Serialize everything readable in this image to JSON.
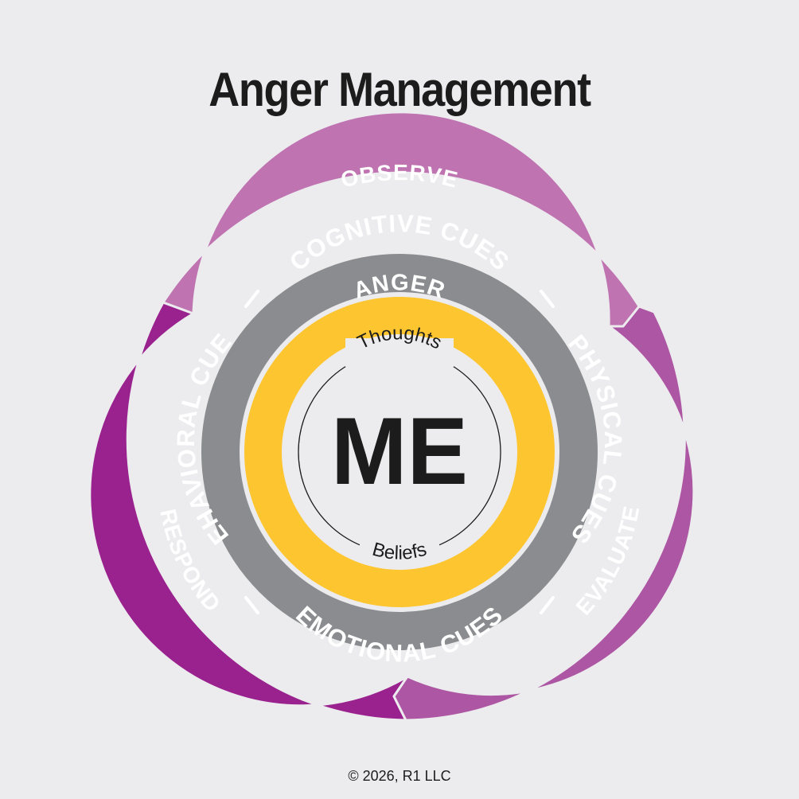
{
  "title": "Anger Management",
  "colors": {
    "background": "#ececee",
    "observe": "#bf74b1",
    "evaluate": "#ad56a3",
    "respond": "#9a228e",
    "cues_ring": "#8b8c8f",
    "anger_ring": "#fdc530",
    "center": "#ececee",
    "text_dark": "#1c1c1c"
  },
  "outer_ring": {
    "observe": "OBSERVE",
    "evaluate": "EVALUATE",
    "respond": "RESPOND"
  },
  "cues_ring": {
    "cognitive": "COGNITIVE CUES",
    "physical": "PHYSICAL CUES",
    "emotional": "EMOTIONAL CUES",
    "behavioral": "BEHAVIORAL CUES"
  },
  "anger_ring": {
    "label": "ANGER"
  },
  "center": {
    "label": "ME",
    "top": "Thoughts",
    "bottom": "Beliefs"
  },
  "footer": "© 2026, R1 LLC"
}
